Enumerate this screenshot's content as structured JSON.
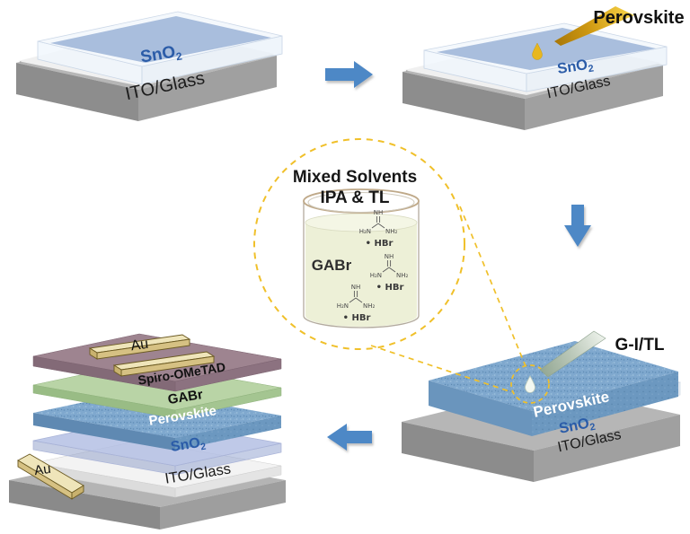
{
  "figure": {
    "step1": {
      "film": "SnO",
      "film_sub": "2",
      "substrate": "ITO/Glass"
    },
    "step2": {
      "reagent": "Perovskite",
      "film": "SnO",
      "film_sub": "2",
      "substrate": "ITO/Glass"
    },
    "inset": {
      "title_line1": "Mixed Solvents",
      "title_line2": "IPA & TL",
      "solute": "GABr",
      "molecules": [
        {
          "top": "NH",
          "left": "H₂N",
          "right": "NH₂",
          "salt": "• HBr"
        },
        {
          "top": "NH",
          "left": "H₂N",
          "right": "NH₂",
          "salt": "• HBr"
        },
        {
          "top": "NH",
          "left": "H₂N",
          "right": "NH₂",
          "salt": "• HBr"
        }
      ]
    },
    "step3": {
      "reagent": "G-I/TL",
      "top_layer": "Perovskite",
      "film": "SnO",
      "film_sub": "2",
      "substrate": "ITO/Glass"
    },
    "device": {
      "top_electrode": "Au",
      "htl": "Spiro-OMeTAD",
      "passivation": "GABr",
      "absorber": "Perovskite",
      "etl": "SnO",
      "etl_sub": "2",
      "substrate": "ITO/Glass",
      "bottom_electrode": "Au"
    },
    "colors": {
      "arrow_blue": "#4d88c6",
      "dashed_yellow": "#f0c02a",
      "sno2_text_blue": "#2b5ca8",
      "sno2_film_blue": "#a9bedd",
      "perovskite_blue": "#7fa8ce",
      "gabr_green": "#b9d4a6",
      "spiro_mauve": "#9e8490",
      "gold_electrode": "#efe5ba",
      "substrate_gray": "#b4b4b4",
      "liquid_pale": "#edf0d7"
    }
  }
}
